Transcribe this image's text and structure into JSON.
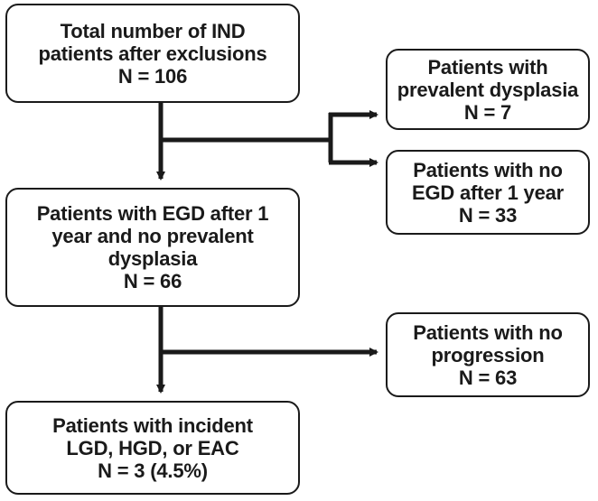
{
  "boxes": {
    "total": {
      "line1": "Total number of IND",
      "line2": "patients after exclusions",
      "line3": "N = 106"
    },
    "prevalent_dysplasia": {
      "line1": "Patients with",
      "line2": "prevalent dysplasia",
      "line3": "N = 7"
    },
    "no_egd": {
      "line1": "Patients with no",
      "line2": "EGD after 1 year",
      "line3": "N = 33"
    },
    "egd_no_dysplasia": {
      "line1": "Patients with EGD after 1",
      "line2": "year and no prevalent",
      "line3": "dysplasia",
      "line4": "N = 66"
    },
    "no_progression": {
      "line1": "Patients with no",
      "line2": "progression",
      "line3": "N = 63"
    },
    "incident": {
      "line1": "Patients with incident",
      "line2": "LGD, HGD, or EAC",
      "line3": "N = 3 (4.5%)"
    }
  },
  "colors": {
    "stroke": "#1a1a1a",
    "background": "#ffffff"
  }
}
